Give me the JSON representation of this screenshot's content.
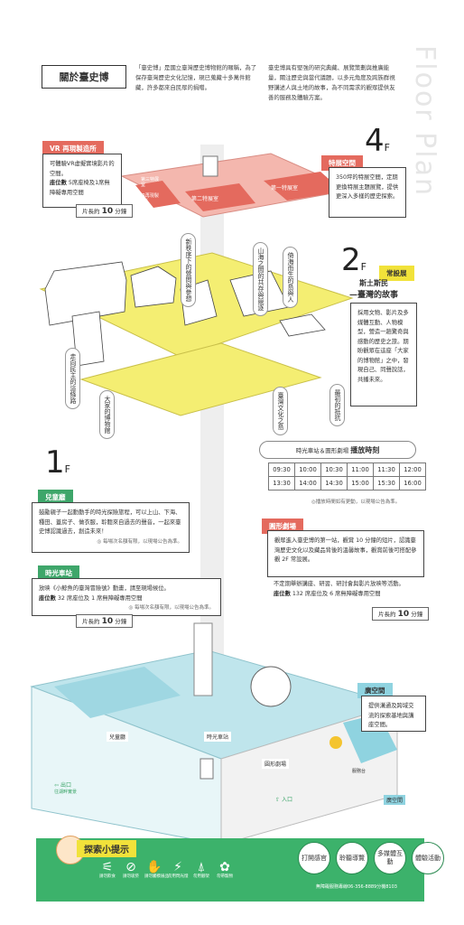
{
  "header": {
    "about_title": "關於臺史博",
    "intro_col1": "「臺史博」是國立臺灣歷史博物館的暱稱，為了保存臺灣歷史文化記憶，現已蒐藏十多萬件館藏，許多都來自民眾的捐贈。",
    "intro_col2": "臺史博具有堅強的研究典藏、展覽策劃與推廣能量，關注歷史與當代議題，以多元角度及跨族群視野講述人與土地的故事，為不同需求的觀眾提供友善的服務及體驗方案。",
    "floor_plan": "Floor Plan"
  },
  "floor4": {
    "num": "4",
    "f": "F",
    "vr_title": "VR 再現製造所",
    "vr_desc": "可體驗VR虛擬實境影片的空間。",
    "vr_seats_label": "座位數",
    "vr_seats": "5席座椅及1席無障礙專用空間",
    "vr_duration_label": "片長約",
    "vr_duration_value": "10",
    "vr_duration_unit": "分鐘",
    "special_title": "特展空間",
    "special_desc": "350坪的特展空間，定期更換特展主題展覽，提供更深入多樣的歷史探索。",
    "room_special_2": "第二特展室",
    "room_special_1": "第一特展室",
    "room_vr": "VR再現製造所",
    "room_special_3": "第三特展室"
  },
  "floor2": {
    "num": "2",
    "f": "F",
    "regular_tag": "常設展",
    "regular_title_1": "斯土斯民",
    "regular_title_2": "—臺灣的故事",
    "regular_desc": "採用文物、影片及多媒體互動、人物模型，營造一趟驚奇與感動的歷史之旅。期盼觀眾在這座「大家的博物館」之中，發現自己、同聲說話，共播未來。",
    "zones": [
      {
        "label": "新秩序下的營問與參想"
      },
      {
        "label": "山海之間的共存與競逐"
      },
      {
        "label": "倚海而生的島與人"
      },
      {
        "label": "走向民主的這條路"
      },
      {
        "label": "大家的博物館"
      },
      {
        "label": "臺灣文化之島"
      },
      {
        "label": "最初的抵抗"
      }
    ]
  },
  "schedule": {
    "title_prefix": "時光車站＆圓形劇場",
    "title": "播放時刻",
    "times": [
      [
        "09:30",
        "10:00",
        "10:30",
        "11:00",
        "11:30",
        "12:00"
      ],
      [
        "13:30",
        "14:00",
        "14:30",
        "15:00",
        "15:30",
        "16:00"
      ]
    ],
    "note": "◎播放時間如有更動，以現場公告為準。"
  },
  "floor1": {
    "num": "1",
    "f": "F",
    "kids_title": "兒童廳",
    "kids_desc": "鼓勵親子一起動動手的時光探險旅程，可以上山、下海、種田、蓋房子、做衣服，聆聽來自過去的聲音，一起來臺史博認識過去，創造未來！",
    "kids_note": "◎ 每場次名額有限，以現場公告為準。",
    "station_title": "時光車站",
    "station_desc": "放映《小鯨魚的臺灣冒險號》動畫，請至現場候位。",
    "station_seats_label": "座位數",
    "station_seats": "32 席座位及 1 席無障礙專用空間",
    "station_note": "◎ 每場次名額有限，以現場公告為準。",
    "station_duration_label": "片長約",
    "station_duration_value": "10",
    "station_duration_unit": "分鐘",
    "theater_title": "圓形劇場",
    "theater_desc": "觀眾進入臺史博的第一站，觀賞 10 分鐘的短片，認識臺灣歷史文化以及藏品背後的溫馨故事，觀賞前後可搭配參觀 2F 常設展。",
    "theater_desc2": "不定期舉辦講座、研習、研討會與影片放映等活動。",
    "theater_seats_label": "座位數",
    "theater_seats": "132 席座位及 6 席無障礙專用空間",
    "theater_duration_label": "片長約",
    "theater_duration_value": "10",
    "theater_duration_unit": "分鐘",
    "hall_title": "廣空間",
    "hall_desc": "提供溝通及跨域交流的探索基地與講座空間。",
    "map_kids": "兒童廳",
    "map_station": "時光車站",
    "map_theater": "圓形劇場",
    "map_hall": "廣空間",
    "map_exit": "出口",
    "map_exit_sub": "往湖畔實景",
    "map_entrance": "入口",
    "map_lobby": "服務台"
  },
  "footer": {
    "tips_title": "探索小提示",
    "icons": [
      {
        "name": "no-food-icon",
        "sym": "⚟",
        "caption": "請勿飲食"
      },
      {
        "name": "no-smoking-icon",
        "sym": "⊘",
        "caption": "請勿吸菸"
      },
      {
        "name": "no-touch-icon",
        "sym": "✋",
        "caption": "請勿觸摸展品"
      },
      {
        "name": "no-flash-icon",
        "sym": "⚡",
        "caption": "勿用閃光燈"
      },
      {
        "name": "no-tripod-icon",
        "sym": "⍋",
        "caption": "勿用腳架"
      },
      {
        "name": "no-pets-icon",
        "sym": "✿",
        "caption": "勿帶寵物"
      }
    ],
    "services": [
      {
        "name": "stamp-service",
        "label": "打開感官"
      },
      {
        "name": "guide-service",
        "label": "聆聽導覽"
      },
      {
        "name": "media-service",
        "label": "多媒體互動"
      },
      {
        "name": "activity-service",
        "label": "體驗活動"
      }
    ],
    "hotline": "無障礙服務專線06-356-8889分機8103"
  },
  "colors": {
    "red": "#e46a5e",
    "yellow": "#f1e23a",
    "green": "#3ea66a",
    "blue": "#8fd3e0"
  }
}
